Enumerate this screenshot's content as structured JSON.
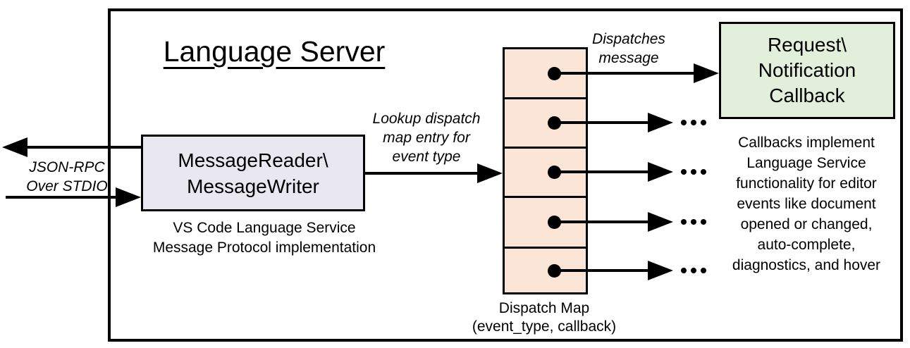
{
  "title": "Language Server",
  "colors": {
    "reader_fill": "#e9e7ef",
    "map_fill": "#fbe5d6",
    "callback_fill": "#e2efda",
    "line": "#000000"
  },
  "stdio_label": {
    "line1": "JSON-RPC",
    "line2": "Over STDIO"
  },
  "reader_box": {
    "line1": "MessageReader\\",
    "line2": "MessageWriter",
    "caption1": "VS Code Language Service",
    "caption2": "Message Protocol implementation"
  },
  "lookup_label": {
    "line1": "Lookup dispatch",
    "line2": "map entry for",
    "line3": "event type"
  },
  "dispatches_label": {
    "line1": "Dispatches",
    "line2": "message"
  },
  "callback_box": {
    "line1": "Request\\",
    "line2": "Notification",
    "line3": "Callback"
  },
  "dispatch_map": {
    "caption1": "Dispatch Map",
    "caption2": "(event_type, callback)"
  },
  "callback_note": {
    "line1": "Callbacks implement",
    "line2": "Language Service",
    "line3": "functionality for editor",
    "line4": "events like document",
    "line5": "opened or changed,",
    "line6": "auto-complete,",
    "line7": "diagnostics, and hover"
  }
}
